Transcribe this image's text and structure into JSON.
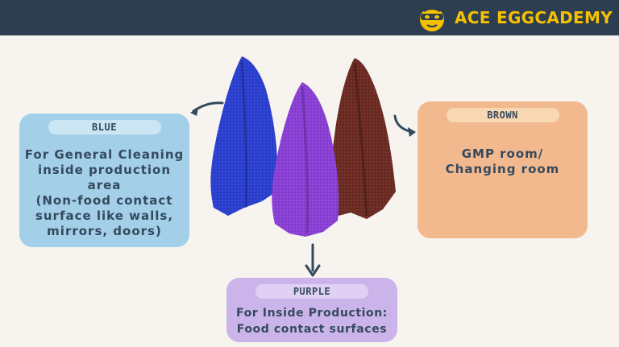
{
  "header": {
    "brand_name": "ACE EGGCADEMY",
    "background": "#2c3e50",
    "brand_color": "#f5c000",
    "logo_icon": "egg-mascot-icon"
  },
  "cards": {
    "blue": {
      "tag": "BLUE",
      "lines": [
        "For General Cleaning",
        "inside production",
        "area",
        "(Non-food contact",
        "surface like walls,",
        "mirrors, doors)"
      ],
      "color": "#a3cfe9"
    },
    "brown": {
      "tag": "BROWN",
      "lines": [
        "GMP room/",
        "Changing room"
      ],
      "color": "#f3b98e"
    },
    "purple": {
      "tag": "PURPLE",
      "lines": [
        "For Inside Production:",
        "Food contact surfaces"
      ],
      "color": "#cbb4ea"
    }
  },
  "towel_colors": {
    "blue": "#2a3fd0",
    "purple": "#8a3fd6",
    "brown": "#6b2a22"
  }
}
